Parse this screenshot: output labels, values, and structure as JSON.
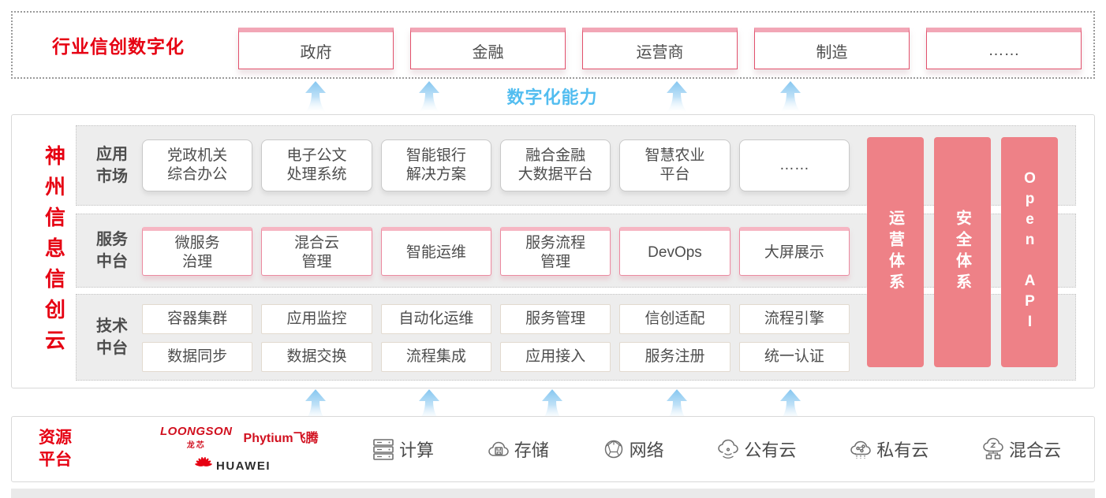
{
  "banner": {
    "title": "行业信创数字化",
    "industries": [
      "政府",
      "金融",
      "运营商",
      "制造",
      "……"
    ]
  },
  "capability_label": "数字化能力",
  "platform": {
    "title": "神州信息信创云",
    "rows": [
      {
        "label": "应用\n市场",
        "cards": [
          "党政机关\n综合办公",
          "电子公文\n处理系统",
          "智能银行\n解决方案",
          "融合金融\n大数据平台",
          "智慧农业\n平台",
          "……"
        ]
      },
      {
        "label": "服务\n中台",
        "cards": [
          "微服务\n治理",
          "混合云\n管理",
          "智能运维",
          "服务流程\n管理",
          "DevOps",
          "大屏展示"
        ]
      },
      {
        "label": "技术\n中台",
        "cards_top": [
          "容器集群",
          "应用监控",
          "自动化运维",
          "服务管理",
          "信创适配",
          "流程引擎"
        ],
        "cards_bottom": [
          "数据同步",
          "数据交换",
          "流程集成",
          "应用接入",
          "服务注册",
          "统一认证"
        ]
      }
    ],
    "pillars": [
      "运营体系",
      "安全体系",
      "Open API"
    ]
  },
  "resources": {
    "label": "资源\n平台",
    "vendors": {
      "loongson": "LOONGSON",
      "loongson_sub": "龙芯",
      "phytium": "Phytium飞腾",
      "huawei": "HUAWEI"
    },
    "items": [
      {
        "icon": "compute-server-icon",
        "label": "计算"
      },
      {
        "icon": "storage-cloud-icon",
        "label": "存储"
      },
      {
        "icon": "network-globe-icon",
        "label": "网络"
      },
      {
        "icon": "public-cloud-icon",
        "label": "公有云"
      },
      {
        "icon": "private-cloud-icon",
        "label": "私有云"
      },
      {
        "icon": "hybrid-cloud-icon",
        "label": "混合云"
      }
    ]
  },
  "colors": {
    "brand_red": "#e60012",
    "pillar_pink": "#ee8187",
    "capability_blue": "#52bdf0",
    "card_text_gray": "#4d4d4d"
  }
}
